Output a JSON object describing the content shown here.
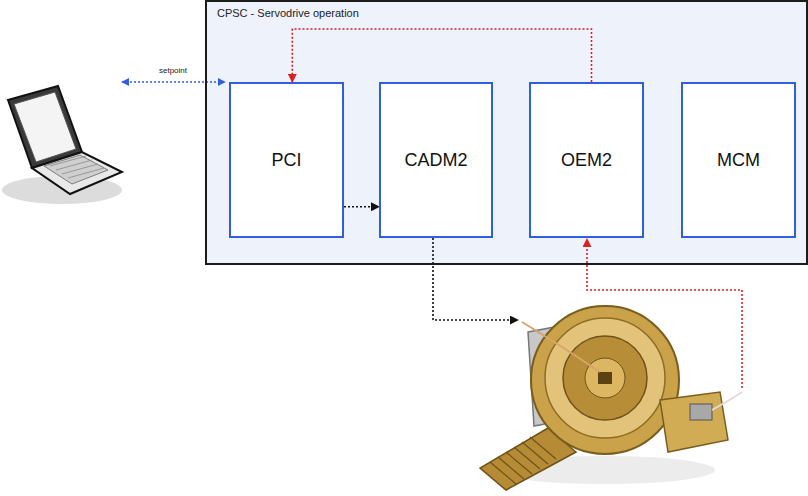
{
  "diagram": {
    "nodes": [
      {
        "text": [
          "CPSC - Servodrive operation"
        ]
      },
      {
        "text": [
          "PCI"
        ],
        "in": 0
      },
      {
        "text": [
          "CADM2"
        ],
        "in": 0
      },
      {
        "text": [
          "OEM2"
        ],
        "in": 0
      },
      {
        "text": [
          "MCM"
        ],
        "in": 0
      }
    ],
    "edges": [
      {
        "from": 1,
        "to": 2,
        "arrow": "to"
      },
      {
        "from": 3,
        "to": 1,
        "arrow": "to"
      }
    ],
    "labels": [
      "setpoint"
    ]
  }
}
